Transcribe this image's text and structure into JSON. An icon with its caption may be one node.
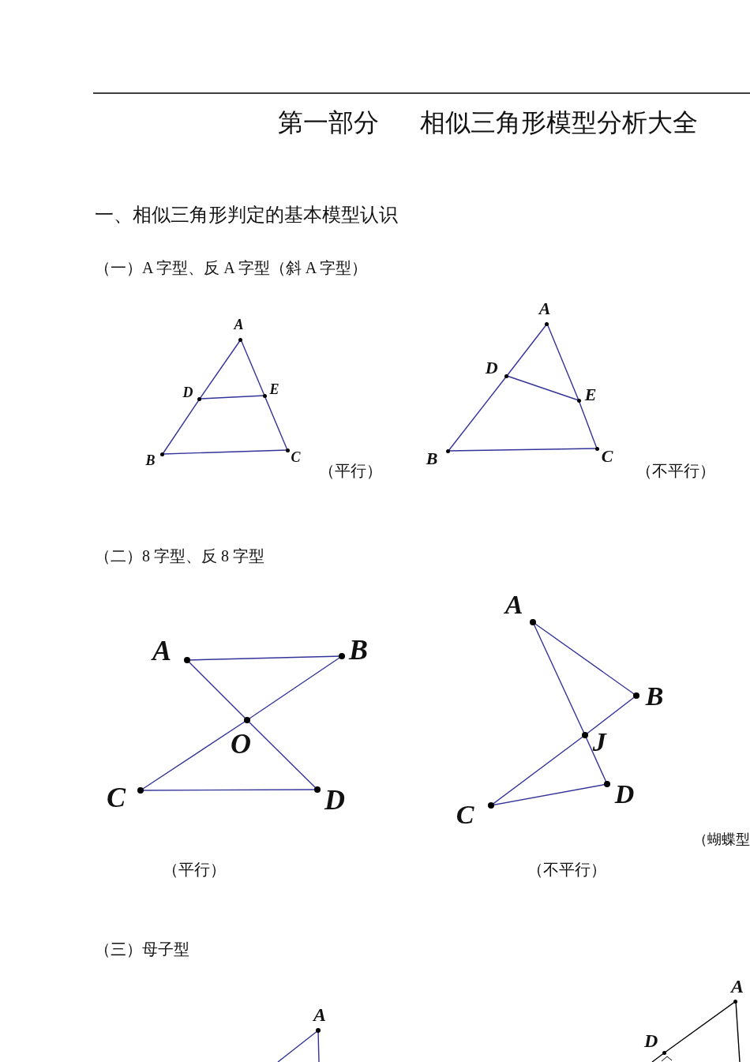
{
  "diagram": {
    "title": "第一部分 相似三角形模型分析大全",
    "nodes": [
      {
        "text": [
          "A"
        ]
      },
      {
        "text": [
          "D"
        ]
      },
      {
        "text": [
          "E"
        ]
      },
      {
        "text": [
          "B"
        ]
      },
      {
        "text": [
          "C"
        ]
      },
      {
        "text": [
          "A"
        ]
      },
      {
        "text": [
          "D"
        ]
      },
      {
        "text": [
          "E"
        ]
      },
      {
        "text": [
          "B"
        ]
      },
      {
        "text": [
          "C"
        ]
      },
      {
        "text": [
          "A"
        ]
      },
      {
        "text": [
          "B"
        ]
      },
      {
        "text": [
          "O"
        ]
      },
      {
        "text": [
          "C"
        ]
      },
      {
        "text": [
          "D"
        ]
      },
      {
        "text": [
          "A"
        ]
      },
      {
        "text": [
          "B"
        ]
      },
      {
        "text": [
          "J"
        ]
      },
      {
        "text": [
          "C"
        ]
      },
      {
        "text": [
          "D"
        ]
      },
      {
        "text": [
          "A"
        ]
      },
      {
        "text": [
          "A"
        ]
      },
      {
        "text": [
          "D"
        ]
      }
    ],
    "edges": [
      {
        "from": 0,
        "to": 1,
        "arrow": "none"
      },
      {
        "from": 1,
        "to": 3,
        "arrow": "none"
      },
      {
        "from": 0,
        "to": 2,
        "arrow": "none"
      },
      {
        "from": 2,
        "to": 4,
        "arrow": "none"
      },
      {
        "from": 1,
        "to": 2,
        "arrow": "none"
      },
      {
        "from": 3,
        "to": 4,
        "arrow": "none"
      },
      {
        "from": 5,
        "to": 6,
        "arrow": "none"
      },
      {
        "from": 6,
        "to": 8,
        "arrow": "none"
      },
      {
        "from": 5,
        "to": 7,
        "arrow": "none"
      },
      {
        "from": 7,
        "to": 9,
        "arrow": "none"
      },
      {
        "from": 6,
        "to": 7,
        "arrow": "none"
      },
      {
        "from": 8,
        "to": 9,
        "arrow": "none"
      },
      {
        "from": 10,
        "to": 11,
        "arrow": "none"
      },
      {
        "from": 10,
        "to": 12,
        "arrow": "none"
      },
      {
        "from": 12,
        "to": 14,
        "arrow": "none"
      },
      {
        "from": 11,
        "to": 12,
        "arrow": "none"
      },
      {
        "from": 12,
        "to": 13,
        "arrow": "none"
      },
      {
        "from": 13,
        "to": 14,
        "arrow": "none"
      },
      {
        "from": 15,
        "to": 16,
        "arrow": "none"
      },
      {
        "from": 15,
        "to": 17,
        "arrow": "none"
      },
      {
        "from": 17,
        "to": 19,
        "arrow": "none"
      },
      {
        "from": 16,
        "to": 17,
        "arrow": "none"
      },
      {
        "from": 17,
        "to": 18,
        "arrow": "none"
      },
      {
        "from": 18,
        "to": 19,
        "arrow": "none"
      },
      {
        "from": 20,
        "to": null,
        "arrow": "none"
      },
      {
        "from": 20,
        "to": null,
        "arrow": "none"
      },
      {
        "from": 21,
        "to": 22,
        "arrow": "none",
        "color": "#000000"
      },
      {
        "from": 22,
        "to": null,
        "arrow": "none",
        "color": "#000000"
      },
      {
        "from": 21,
        "to": null,
        "arrow": "none",
        "color": "#000000"
      }
    ],
    "labels": [
      "一、相似三角形判定的基本模型认识",
      "（一）A 字型、反 A 字型（斜 A 字型）",
      "（平行）",
      "（不平行）",
      "（二）8 字型、反 8 字型",
      "（蝴蝶型",
      "（平行）",
      "（不平行）",
      "（三）母子型"
    ]
  }
}
